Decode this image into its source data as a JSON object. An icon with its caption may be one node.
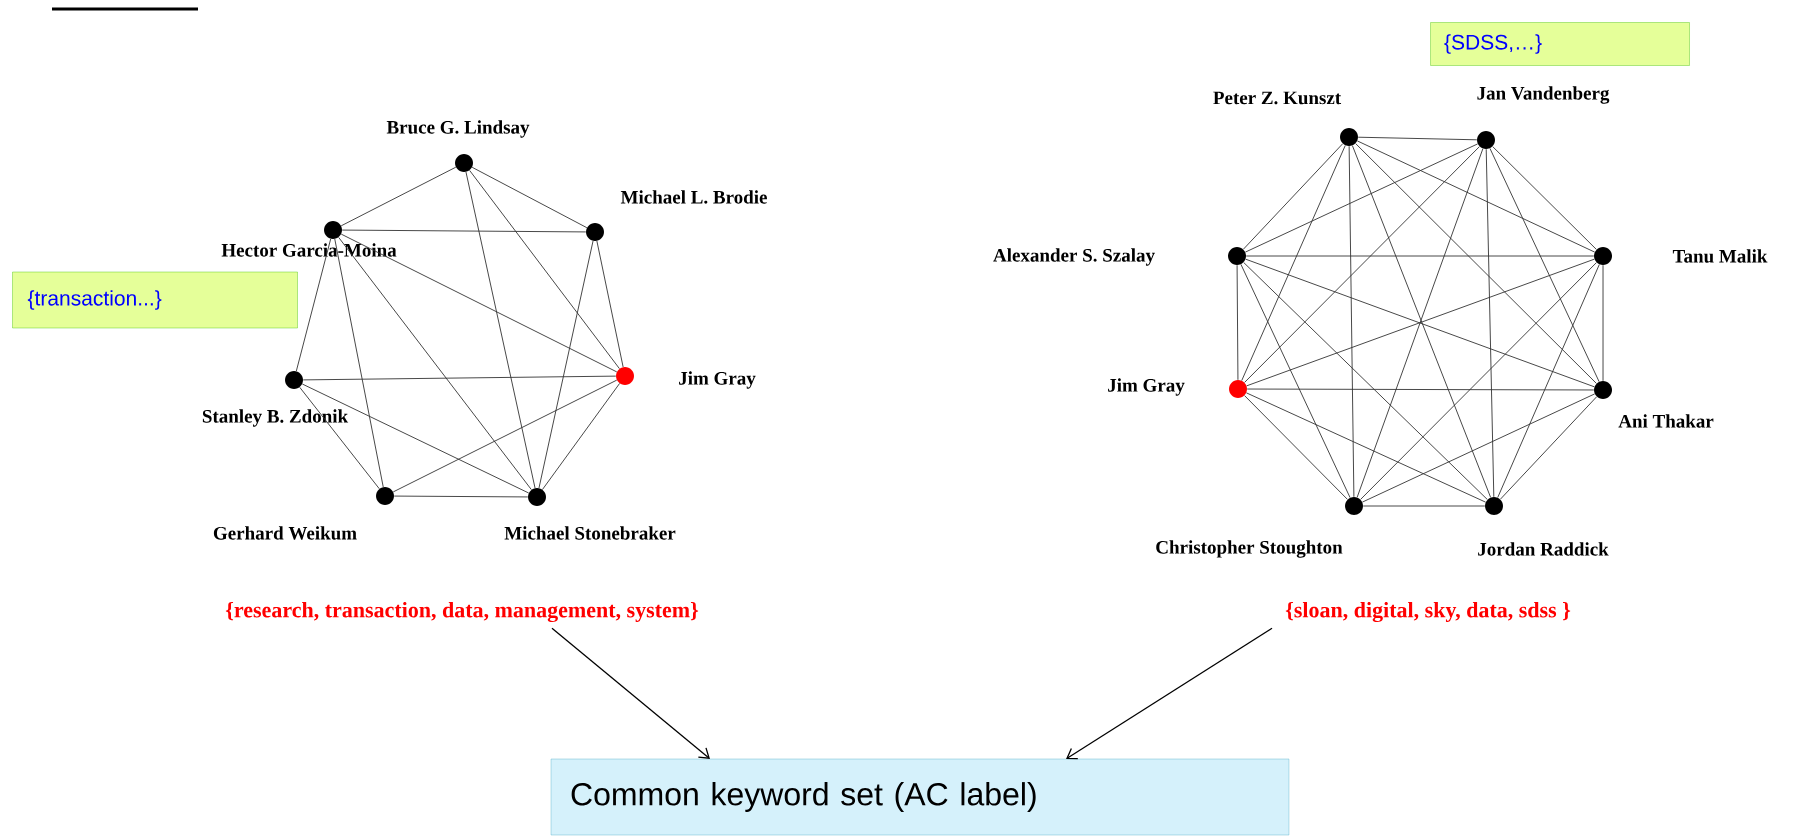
{
  "diagram": {
    "nodes": [
      {
        "text": [
          "{transaction...}"
        ]
      },
      {
        "text": [],
        "shape": "circle",
        "beside": [
          "Bruce G. Lindsay"
        ]
      },
      {
        "text": [],
        "shape": "circle",
        "beside": [
          "Michael L. Brodie"
        ]
      },
      {
        "text": [],
        "shape": "circle",
        "beside": [
          "Hector Garcia-Moina"
        ]
      },
      {
        "text": [],
        "shape": "circle",
        "beside": [
          "Stanley B. Zdonik"
        ]
      },
      {
        "text": [],
        "shape": "circle",
        "beside": [
          "Jim Gray"
        ]
      },
      {
        "text": [],
        "shape": "circle",
        "beside": [
          "Gerhard Weikum"
        ]
      },
      {
        "text": [],
        "shape": "circle",
        "beside": [
          "Michael Stonebraker"
        ]
      },
      {
        "text": [
          "{SDSS,…}"
        ]
      },
      {
        "text": [],
        "shape": "circle",
        "beside": [
          "Peter Z. Kunszt"
        ]
      },
      {
        "text": [],
        "shape": "circle",
        "beside": [
          "Jan Vandenberg"
        ]
      },
      {
        "text": [],
        "shape": "circle",
        "beside": [
          "Alexander S. Szalay"
        ]
      },
      {
        "text": [],
        "shape": "circle",
        "beside": [
          "Tanu Malik"
        ]
      },
      {
        "text": [],
        "shape": "circle",
        "beside": [
          "Jim Gray"
        ]
      },
      {
        "text": [],
        "shape": "circle",
        "beside": [
          "Ani Thakar"
        ]
      },
      {
        "text": [],
        "shape": "circle",
        "beside": [
          "Christopher Stoughton"
        ]
      },
      {
        "text": [],
        "shape": "circle",
        "beside": [
          "Jordan Raddick"
        ]
      },
      {
        "text": [
          "{research, transaction, data, management, system}"
        ]
      },
      {
        "text": [
          "{sloan, digital, sky, data, sdss }"
        ]
      },
      {
        "text": [
          "Common keyword set (AC label)"
        ]
      }
    ],
    "edges": [
      {
        "from": 1,
        "to": 3,
        "arrow": "none"
      },
      {
        "from": 1,
        "to": 2,
        "arrow": "none"
      },
      {
        "from": 1,
        "to": 7,
        "arrow": "none"
      },
      {
        "from": 1,
        "to": 5,
        "arrow": "none"
      },
      {
        "from": 3,
        "to": 2,
        "arrow": "none"
      },
      {
        "from": 3,
        "to": 4,
        "arrow": "none"
      },
      {
        "from": 3,
        "to": 6,
        "arrow": "none"
      },
      {
        "from": 3,
        "to": 7,
        "arrow": "none"
      },
      {
        "from": 3,
        "to": 5,
        "arrow": "none"
      },
      {
        "from": 2,
        "to": 5,
        "arrow": "none"
      },
      {
        "from": 2,
        "to": 7,
        "arrow": "none"
      },
      {
        "from": 4,
        "to": 5,
        "arrow": "none"
      },
      {
        "from": 4,
        "to": 6,
        "arrow": "none"
      },
      {
        "from": 4,
        "to": 7,
        "arrow": "none"
      },
      {
        "from": 5,
        "to": 6,
        "arrow": "none"
      },
      {
        "from": 5,
        "to": 7,
        "arrow": "none"
      },
      {
        "from": 6,
        "to": 7,
        "arrow": "none"
      },
      {
        "from": 9,
        "to": 10,
        "arrow": "none"
      },
      {
        "from": 9,
        "to": 11,
        "arrow": "none"
      },
      {
        "from": 9,
        "to": 12,
        "arrow": "none"
      },
      {
        "from": 9,
        "to": 13,
        "arrow": "none"
      },
      {
        "from": 9,
        "to": 14,
        "arrow": "none"
      },
      {
        "from": 9,
        "to": 15,
        "arrow": "none"
      },
      {
        "from": 9,
        "to": 16,
        "arrow": "none"
      },
      {
        "from": 10,
        "to": 11,
        "arrow": "none"
      },
      {
        "from": 10,
        "to": 12,
        "arrow": "none"
      },
      {
        "from": 10,
        "to": 13,
        "arrow": "none"
      },
      {
        "from": 10,
        "to": 14,
        "arrow": "none"
      },
      {
        "from": 10,
        "to": 15,
        "arrow": "none"
      },
      {
        "from": 10,
        "to": 16,
        "arrow": "none"
      },
      {
        "from": 11,
        "to": 12,
        "arrow": "none"
      },
      {
        "from": 11,
        "to": 13,
        "arrow": "none"
      },
      {
        "from": 11,
        "to": 14,
        "arrow": "none"
      },
      {
        "from": 11,
        "to": 15,
        "arrow": "none"
      },
      {
        "from": 11,
        "to": 16,
        "arrow": "none"
      },
      {
        "from": 12,
        "to": 13,
        "arrow": "none"
      },
      {
        "from": 12,
        "to": 14,
        "arrow": "none"
      },
      {
        "from": 12,
        "to": 15,
        "arrow": "none"
      },
      {
        "from": 12,
        "to": 16,
        "arrow": "none"
      },
      {
        "from": 13,
        "to": 14,
        "arrow": "none"
      },
      {
        "from": 13,
        "to": 15,
        "arrow": "none"
      },
      {
        "from": 13,
        "to": 16,
        "arrow": "none"
      },
      {
        "from": 14,
        "to": 15,
        "arrow": "none"
      },
      {
        "from": 14,
        "to": 16,
        "arrow": "none"
      },
      {
        "from": 15,
        "to": 16,
        "arrow": "none"
      },
      {
        "from": 17,
        "to": 19,
        "arrow": "to"
      },
      {
        "from": 18,
        "to": 19,
        "arrow": "to"
      }
    ]
  }
}
